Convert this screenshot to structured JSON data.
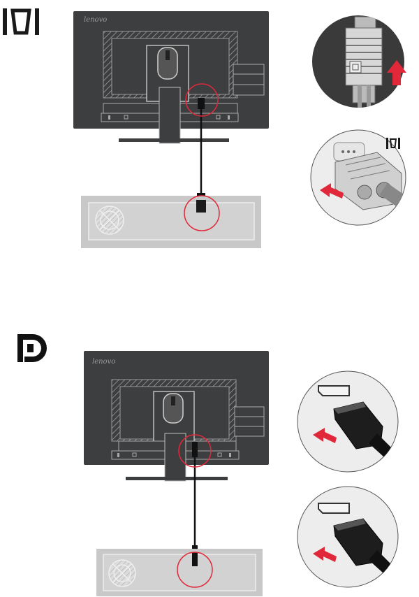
{
  "brand": {
    "logo_text": "lenovo"
  },
  "sections": [
    {
      "id": "vga",
      "connector_icon": "vga-port-icon",
      "cable": "vga-cable"
    },
    {
      "id": "displayport",
      "connector_icon": "displayport-logo-icon",
      "cable": "displayport-cable"
    }
  ],
  "colors": {
    "highlight_circle": "#e0283a",
    "insert_arrow": "#e0283a",
    "monitor_body": "#3d3e40",
    "computer_box": "#c8c8c8",
    "callout_bg": "#3a3a3a"
  }
}
